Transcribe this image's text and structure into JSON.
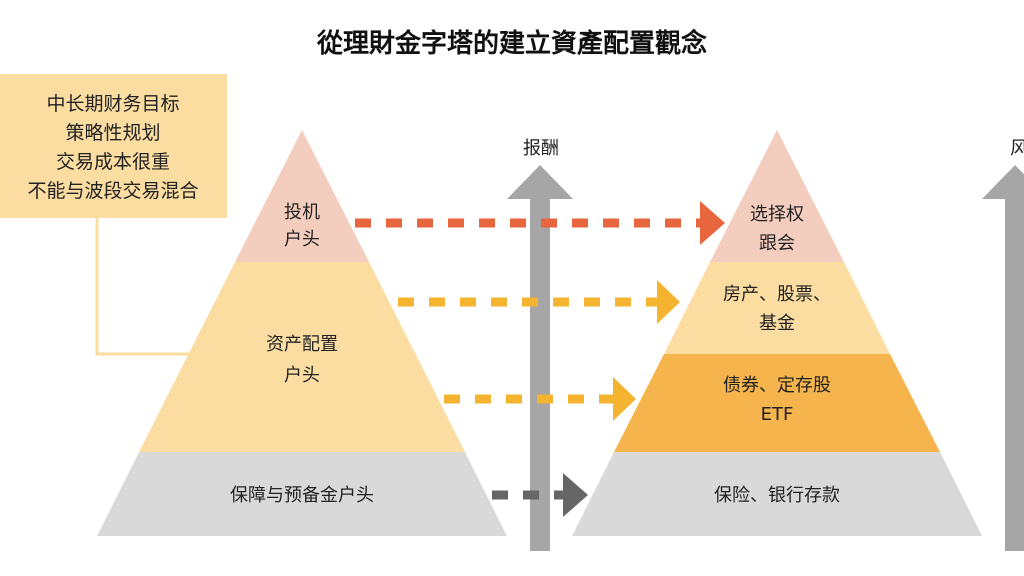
{
  "title": "從理財金字塔的建立資產配置觀念",
  "note_box": {
    "lines": [
      "中长期财务目标",
      "策略性规划",
      "交易成本很重",
      "不能与波段交易混合"
    ]
  },
  "left_pyramid": {
    "levels": [
      {
        "lines": [
          "投机",
          "户头"
        ],
        "color": "#F3CDBD"
      },
      {
        "lines": [
          "资产配置",
          "户头"
        ],
        "color": "#FBDDA2"
      },
      {
        "lines": [
          "保障与预备金户头"
        ],
        "color": "#D9D9D9"
      }
    ]
  },
  "right_pyramid": {
    "levels": [
      {
        "lines": [
          "选择权",
          "跟会"
        ],
        "color": "#F3CDBD"
      },
      {
        "lines": [
          "房产、股票、",
          "基金"
        ],
        "color": "#FBDDA2"
      },
      {
        "lines": [
          "债券、定存股",
          "ETF"
        ],
        "color": "#F5B54C"
      },
      {
        "lines": [
          "保险、银行存款"
        ],
        "color": "#D9D9D9"
      }
    ]
  },
  "axes": {
    "return_label": "报酬",
    "risk_label": "风险",
    "arrow_color": "#A6A6A6"
  },
  "connectors": {
    "speculation_color": "#E8663D",
    "allocation_color": "#F5B42F",
    "safety_color": "#666666"
  }
}
